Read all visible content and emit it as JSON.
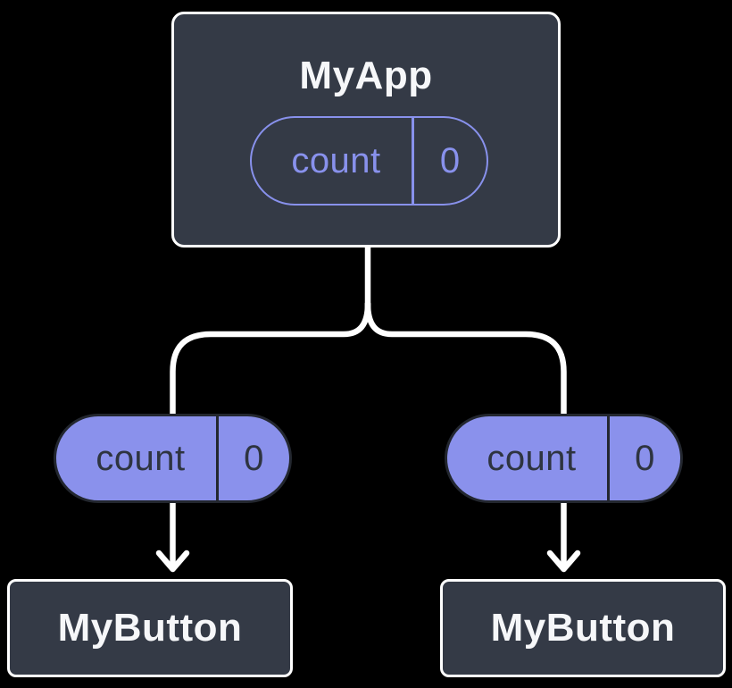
{
  "diagram": {
    "description": "Component tree diagram: parent component holding state passes it down to two child components",
    "background_color": "#000000",
    "colors": {
      "card_fill": "#343A46",
      "card_border": "#FFFFFF",
      "accent_purple": "#8891EC",
      "pill_fill": "#8A91EC",
      "pill_dark_border": "#23272F",
      "pill_dark_text": "#2E3440",
      "title_text": "#F6F7F9",
      "connector": "#FFFFFF"
    }
  },
  "root_component": {
    "title": "MyApp",
    "state": {
      "label": "count",
      "value": "0"
    }
  },
  "children": [
    {
      "title": "MyButton",
      "prop": {
        "label": "count",
        "value": "0"
      }
    },
    {
      "title": "MyButton",
      "prop": {
        "label": "count",
        "value": "0"
      }
    }
  ]
}
